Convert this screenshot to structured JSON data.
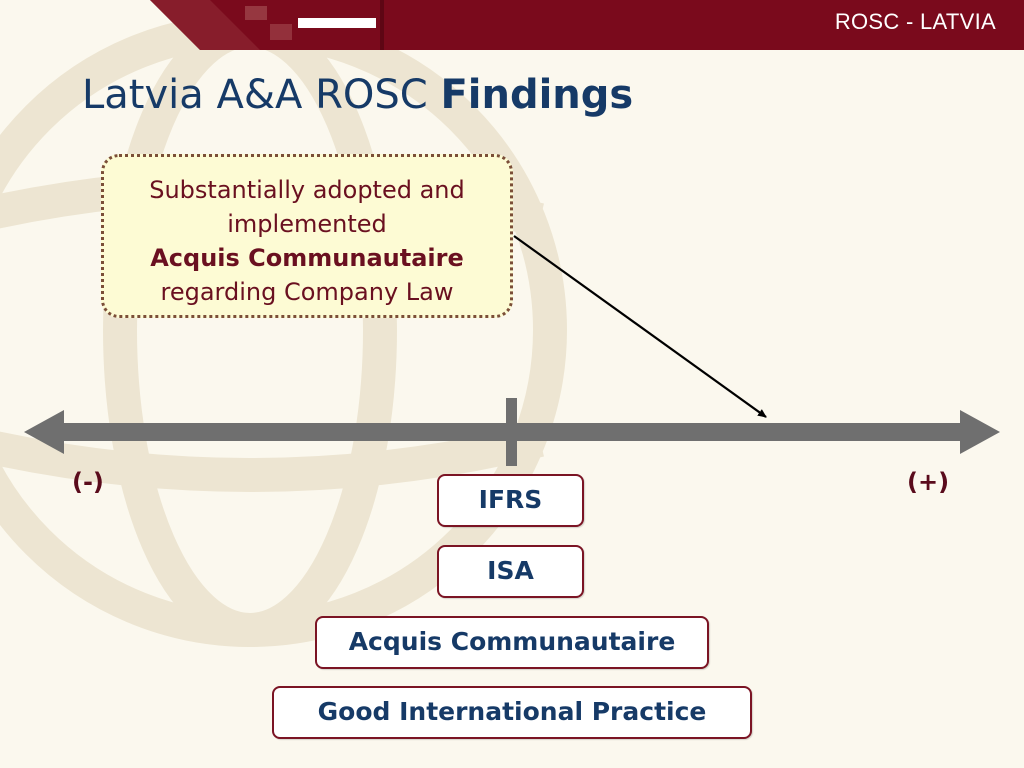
{
  "header": {
    "label": "ROSC - LATVIA"
  },
  "title": {
    "regular": "Latvia A&A ROSC ",
    "bold": "Findings"
  },
  "callout": {
    "line1": "Substantially adopted and",
    "line2": "implemented",
    "line3": "Acquis Communautaire",
    "line4": "regarding Company Law"
  },
  "scale": {
    "negative_label": "(-)",
    "positive_label": "(+)"
  },
  "stack": {
    "items": [
      {
        "label": "IFRS"
      },
      {
        "label": "ISA"
      },
      {
        "label": "Acquis Communautaire"
      },
      {
        "label": "Good International Practice"
      }
    ]
  },
  "colors": {
    "header_band": "#7a0a1c",
    "title_text": "#163a67",
    "callout_fill": "#fdfbd4",
    "axis_gray": "#6f6f6f",
    "box_border": "#7b1424"
  }
}
